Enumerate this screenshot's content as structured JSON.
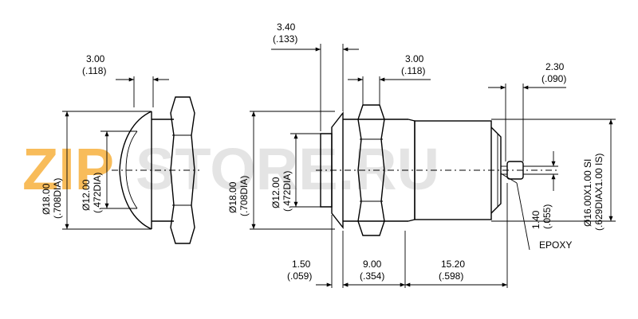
{
  "watermark": {
    "prefix": "ZIP",
    "suffix": "STORE.RU",
    "prefix_color": "#f6a623",
    "suffix_color": "#cfcfcf"
  },
  "dimensions": {
    "front_depth": {
      "mm": "3.00",
      "inch": "(.118)"
    },
    "flange": {
      "mm": "3.40",
      "inch": "(.133)"
    },
    "nut_offset": {
      "mm": "3.00",
      "inch": "(.118)"
    },
    "terminal": {
      "mm": "2.30",
      "inch": "(.090)"
    },
    "front_dia_outer": {
      "mm": "Ø18.00",
      "inch": "(.708DIA)"
    },
    "front_dia_inner": {
      "mm": "Ø12.00",
      "inch": "(.472DIA)"
    },
    "side_dia_outer": {
      "mm": "Ø18.00",
      "inch": "(.708DIA)"
    },
    "side_dia_inner": {
      "mm": "Ø12.00",
      "inch": "(.472DIA)"
    },
    "thread": {
      "mm": "Ø16.00X1.00 SI",
      "inch": "(.629DIAX1.00 IS)"
    },
    "pin": {
      "mm": "1.40",
      "inch": "(.055)"
    },
    "lens": {
      "mm": "1.50",
      "inch": "(.059)"
    },
    "nut_span": {
      "mm": "9.00",
      "inch": "(.354)"
    },
    "body_length": {
      "mm": "15.20",
      "inch": "(.598)"
    }
  },
  "labels": {
    "epoxy": "EPOXY"
  }
}
